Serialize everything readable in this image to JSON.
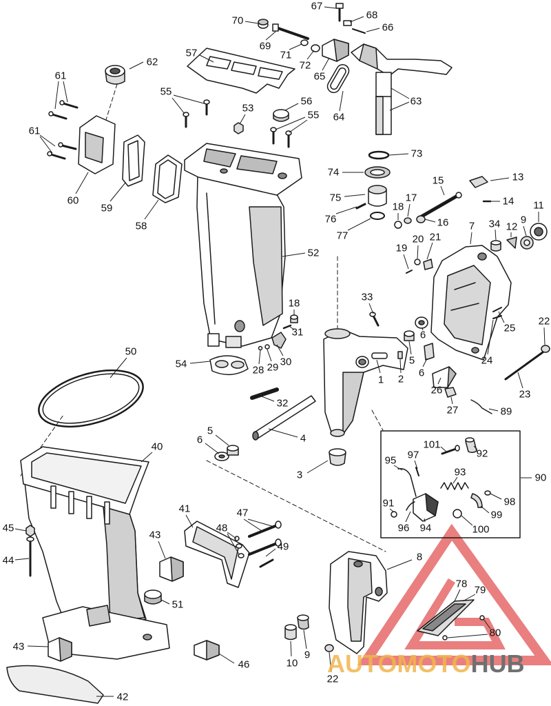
{
  "diagram": {
    "callouts": [
      "70",
      "67",
      "68",
      "66",
      "69",
      "71",
      "72",
      "65",
      "57",
      "62",
      "61",
      "61",
      "55",
      "53",
      "56",
      "55",
      "64",
      "63",
      "73",
      "74",
      "75",
      "76",
      "77",
      "60",
      "59",
      "58",
      "52",
      "15",
      "13",
      "14",
      "11",
      "17",
      "18",
      "16",
      "9",
      "12",
      "34",
      "7",
      "19",
      "20",
      "21",
      "33",
      "18",
      "31",
      "30",
      "29",
      "28",
      "54",
      "50",
      "32",
      "4",
      "1",
      "2",
      "5",
      "6",
      "6",
      "26",
      "27",
      "89",
      "24",
      "25",
      "22",
      "23",
      "5",
      "6",
      "3",
      "40",
      "90",
      "101",
      "92",
      "95",
      "97",
      "93",
      "91",
      "96",
      "94",
      "98",
      "99",
      "100",
      "45",
      "44",
      "41",
      "47",
      "48",
      "49",
      "43",
      "51",
      "43",
      "46",
      "42",
      "8",
      "78",
      "79",
      "80",
      "10",
      "9",
      "22"
    ],
    "watermark": {
      "brand_primary": "AUTOMOTO",
      "brand_secondary": "HUB"
    }
  },
  "colors": {
    "line": "#1a1a1a",
    "background": "#ffffff",
    "watermark_red": "#e04848",
    "watermark_gold": "#f2b54e",
    "watermark_grey": "#707070"
  }
}
